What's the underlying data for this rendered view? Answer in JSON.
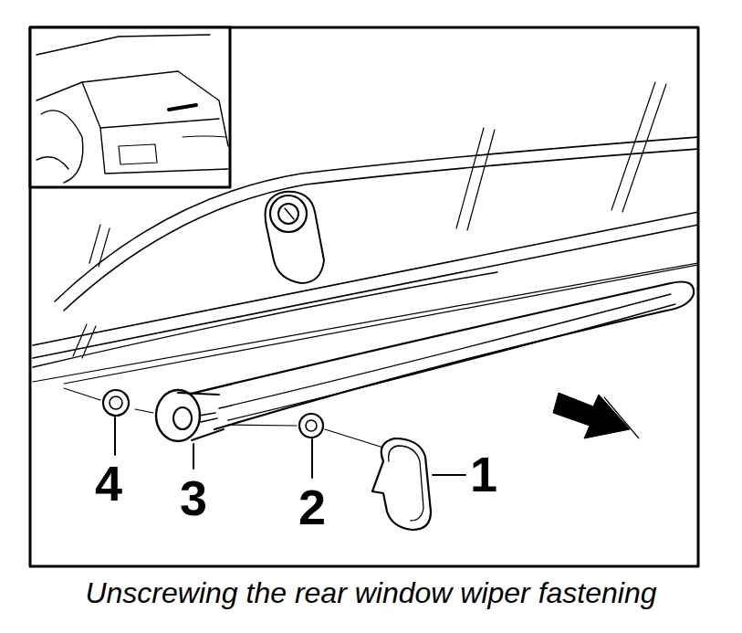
{
  "diagram": {
    "caption": "Unscrewing the rear window wiper fastening",
    "labels": [
      "4",
      "3",
      "2",
      "1"
    ]
  }
}
